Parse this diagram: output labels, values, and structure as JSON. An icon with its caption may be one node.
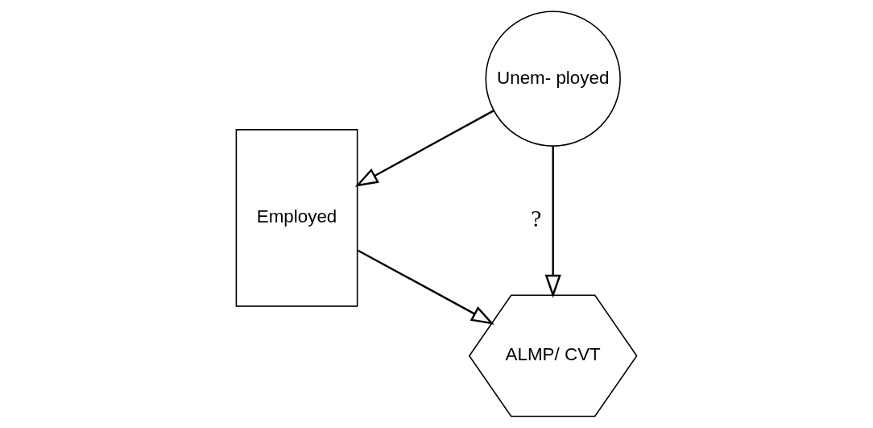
{
  "diagram": {
    "nodes": [
      {
        "text": [
          "Employed"
        ]
      },
      {
        "text": [
          "ALMP/ CVT"
        ]
      },
      {
        "text": [
          "Unem- ployed"
        ]
      }
    ],
    "edges": [
      {
        "from": 0,
        "to": 1,
        "arrow": "to"
      },
      {
        "from": 2,
        "to": 1,
        "arrow": "to",
        "label": "?"
      },
      {
        "from": 2,
        "to": 0,
        "arrow": "to"
      }
    ]
  }
}
